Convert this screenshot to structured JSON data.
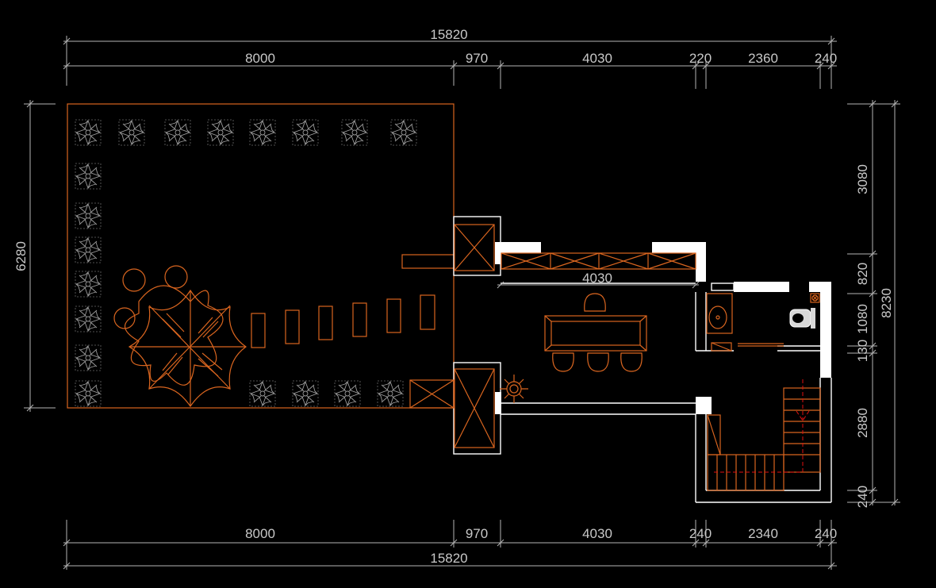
{
  "colors": {
    "background": "#000000",
    "wall": "#ffffff",
    "furniture": "#d9651f",
    "dimension": "#c8c8c8",
    "plant": "#9a9a9a",
    "stair_arrow": "#e01010"
  },
  "dimensions": {
    "top_total": "15820",
    "top_segments": [
      "8000",
      "970",
      "4030",
      "220",
      "2360",
      "240"
    ],
    "bottom_segments": [
      "8000",
      "970",
      "4030",
      "240",
      "2340",
      "240"
    ],
    "bottom_total": "15820",
    "left_total": "6280",
    "right_segments": [
      "3080",
      "820",
      "1080",
      "130",
      "2880",
      "240"
    ],
    "right_total": "8230",
    "interior_width": "4030"
  }
}
